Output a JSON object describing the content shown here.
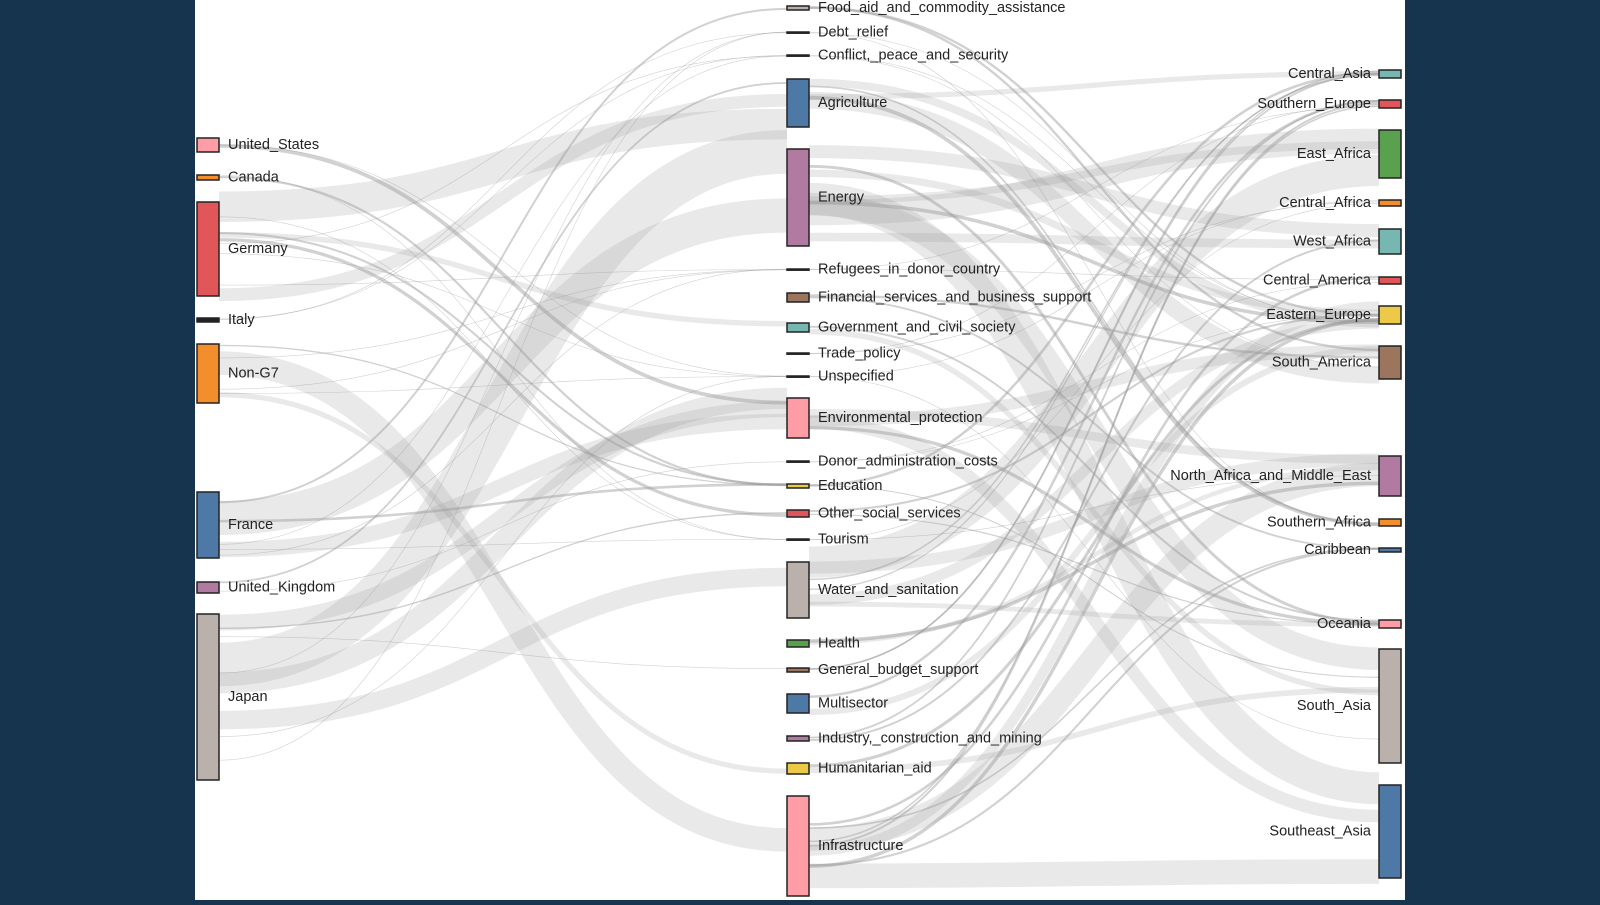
{
  "diagram": {
    "type": "sankey",
    "colors": {
      "pink": "#ff9da7",
      "orange": "#f28e2b",
      "red": "#e15759",
      "black": "#222222",
      "blue": "#4e79a7",
      "purple": "#b07aa1",
      "gray": "#bab0ac",
      "teal": "#76b7b2",
      "green": "#59a14f",
      "brown": "#9c755f",
      "yellow": "#edc948",
      "link": "#9a9a9a"
    },
    "columns": [
      {
        "name": "donors",
        "nodes": [
          {
            "label": "United_States",
            "color": "pink"
          },
          {
            "label": "Canada",
            "color": "orange"
          },
          {
            "label": "Germany",
            "color": "red"
          },
          {
            "label": "Italy",
            "color": "black"
          },
          {
            "label": "Non-G7",
            "color": "orange"
          },
          {
            "label": "France",
            "color": "blue"
          },
          {
            "label": "United_Kingdom",
            "color": "purple"
          },
          {
            "label": "Japan",
            "color": "gray"
          }
        ]
      },
      {
        "name": "sectors",
        "nodes": [
          {
            "label": "Food_aid_and_commodity_assistance",
            "color": "gray"
          },
          {
            "label": "Debt_relief",
            "color": "black"
          },
          {
            "label": "Conflict,_peace_and_security",
            "color": "black"
          },
          {
            "label": "Agriculture",
            "color": "blue"
          },
          {
            "label": "Energy",
            "color": "purple"
          },
          {
            "label": "Refugees_in_donor_country",
            "color": "black"
          },
          {
            "label": "Financial_services_and_business_support",
            "color": "brown"
          },
          {
            "label": "Government_and_civil_society",
            "color": "teal"
          },
          {
            "label": "Trade_policy",
            "color": "black"
          },
          {
            "label": "Unspecified",
            "color": "black"
          },
          {
            "label": "Environmental_protection",
            "color": "pink"
          },
          {
            "label": "Donor_administration_costs",
            "color": "black"
          },
          {
            "label": "Education",
            "color": "yellow"
          },
          {
            "label": "Other_social_services",
            "color": "red"
          },
          {
            "label": "Tourism",
            "color": "black"
          },
          {
            "label": "Water_and_sanitation",
            "color": "gray"
          },
          {
            "label": "Health",
            "color": "green"
          },
          {
            "label": "General_budget_support",
            "color": "brown"
          },
          {
            "label": "Multisector",
            "color": "blue"
          },
          {
            "label": "Industry,_construction_and_mining",
            "color": "purple"
          },
          {
            "label": "Humanitarian_aid",
            "color": "yellow"
          },
          {
            "label": "Infrastructure",
            "color": "pink"
          }
        ]
      },
      {
        "name": "regions",
        "nodes": [
          {
            "label": "Central_Asia",
            "color": "teal"
          },
          {
            "label": "Southern_Europe",
            "color": "red"
          },
          {
            "label": "East_Africa",
            "color": "green"
          },
          {
            "label": "Central_Africa",
            "color": "orange"
          },
          {
            "label": "West_Africa",
            "color": "teal"
          },
          {
            "label": "Central_America",
            "color": "red"
          },
          {
            "label": "Eastern_Europe",
            "color": "yellow"
          },
          {
            "label": "South_America",
            "color": "brown"
          },
          {
            "label": "North_Africa_and_Middle_East",
            "color": "purple"
          },
          {
            "label": "Southern_Africa",
            "color": "orange"
          },
          {
            "label": "Caribbean",
            "color": "blue"
          },
          {
            "label": "Oceania",
            "color": "pink"
          },
          {
            "label": "South_Asia",
            "color": "gray"
          },
          {
            "label": "Southeast_Asia",
            "color": "blue"
          }
        ]
      }
    ]
  }
}
